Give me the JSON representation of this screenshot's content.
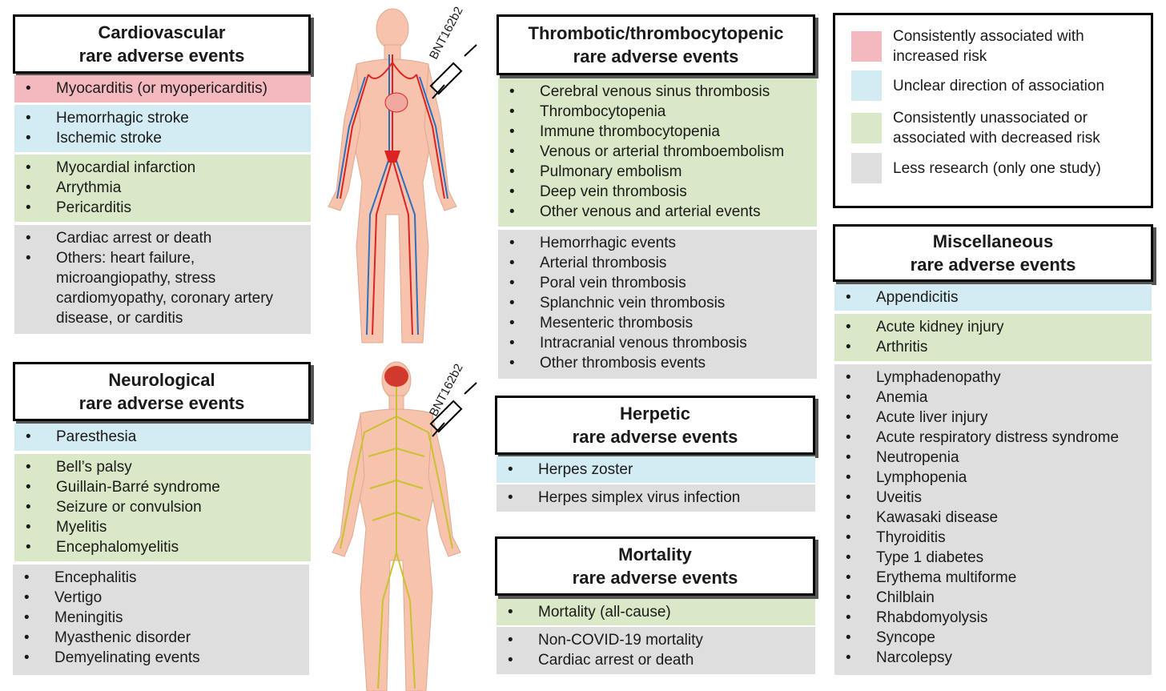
{
  "legend": {
    "red": "Consistently associated with increased risk",
    "blue": "Unclear direction of association",
    "green": "Consistently unassociated or associated with decreased risk",
    "gray": "Less research (only one study)"
  },
  "cardiovascular": {
    "title1": "Cardiovascular",
    "title2": "rare adverse events",
    "red": [
      "Myocarditis (or myopericarditis)"
    ],
    "blue": [
      "Hemorrhagic stroke",
      "Ischemic stroke"
    ],
    "green": [
      "Myocardial infarction",
      "Arrythmia",
      "Pericarditis"
    ],
    "gray": [
      "Cardiac arrest or death",
      "Others: heart failure, microangiopathy, stress cardiomyopathy, coronary artery disease, or carditis"
    ]
  },
  "neurological": {
    "title1": "Neurological",
    "title2": "rare adverse events",
    "blue": [
      "Paresthesia"
    ],
    "green": [
      "Bell’s palsy",
      "Guillain-Barré syndrome",
      "Seizure or convulsion",
      "Myelitis",
      "Encephalomyelitis"
    ],
    "gray": [
      "Encephalitis",
      "Vertigo",
      "Meningitis",
      "Myasthenic disorder",
      "Demyelinating events"
    ]
  },
  "thrombotic": {
    "title1": "Thrombotic/thrombocytopenic",
    "title2": "rare adverse events",
    "green": [
      "Cerebral venous sinus thrombosis",
      "Thrombocytopenia",
      "Immune thrombocytopenia",
      "Venous or arterial thromboembolism",
      "Pulmonary embolism",
      "Deep vein thrombosis",
      "Other venous and arterial events"
    ],
    "gray": [
      "Hemorrhagic events",
      "Arterial thrombosis",
      "Poral vein thrombosis",
      "Splanchnic vein thrombosis",
      "Mesenteric thrombosis",
      "Intracranial venous thrombosis",
      "Other thrombosis events"
    ]
  },
  "herpetic": {
    "title1": "Herpetic",
    "title2": "rare adverse events",
    "blue": [
      "Herpes zoster"
    ],
    "gray": [
      "Herpes simplex virus infection"
    ]
  },
  "mortality": {
    "title1": "Mortality",
    "title2": "rare adverse events",
    "green": [
      "Mortality (all-cause)"
    ],
    "gray": [
      "Non-COVID-19 mortality",
      "Cardiac arrest or death"
    ]
  },
  "miscellaneous": {
    "title1": "Miscellaneous",
    "title2": "rare adverse events",
    "blue": [
      "Appendicitis"
    ],
    "green": [
      "Acute kidney injury",
      "Arthritis"
    ],
    "gray": [
      "Lymphadenopathy",
      "Anemia",
      "Acute liver injury",
      "Acute respiratory distress syndrome",
      "Neutropenia",
      "Lymphopenia",
      "Uveitis",
      "Kawasaki disease",
      "Thyroiditis",
      "Type 1 diabetes",
      "Erythema multiforme",
      "Chilblain",
      "Rhabdomyolysis",
      "Syncope",
      "Narcolepsy"
    ]
  },
  "vaccine_label": "BNT162b2",
  "colors": {
    "red": "#f4b9be",
    "blue": "#d3ebf2",
    "green": "#d9e8c7",
    "gray": "#dedede"
  }
}
